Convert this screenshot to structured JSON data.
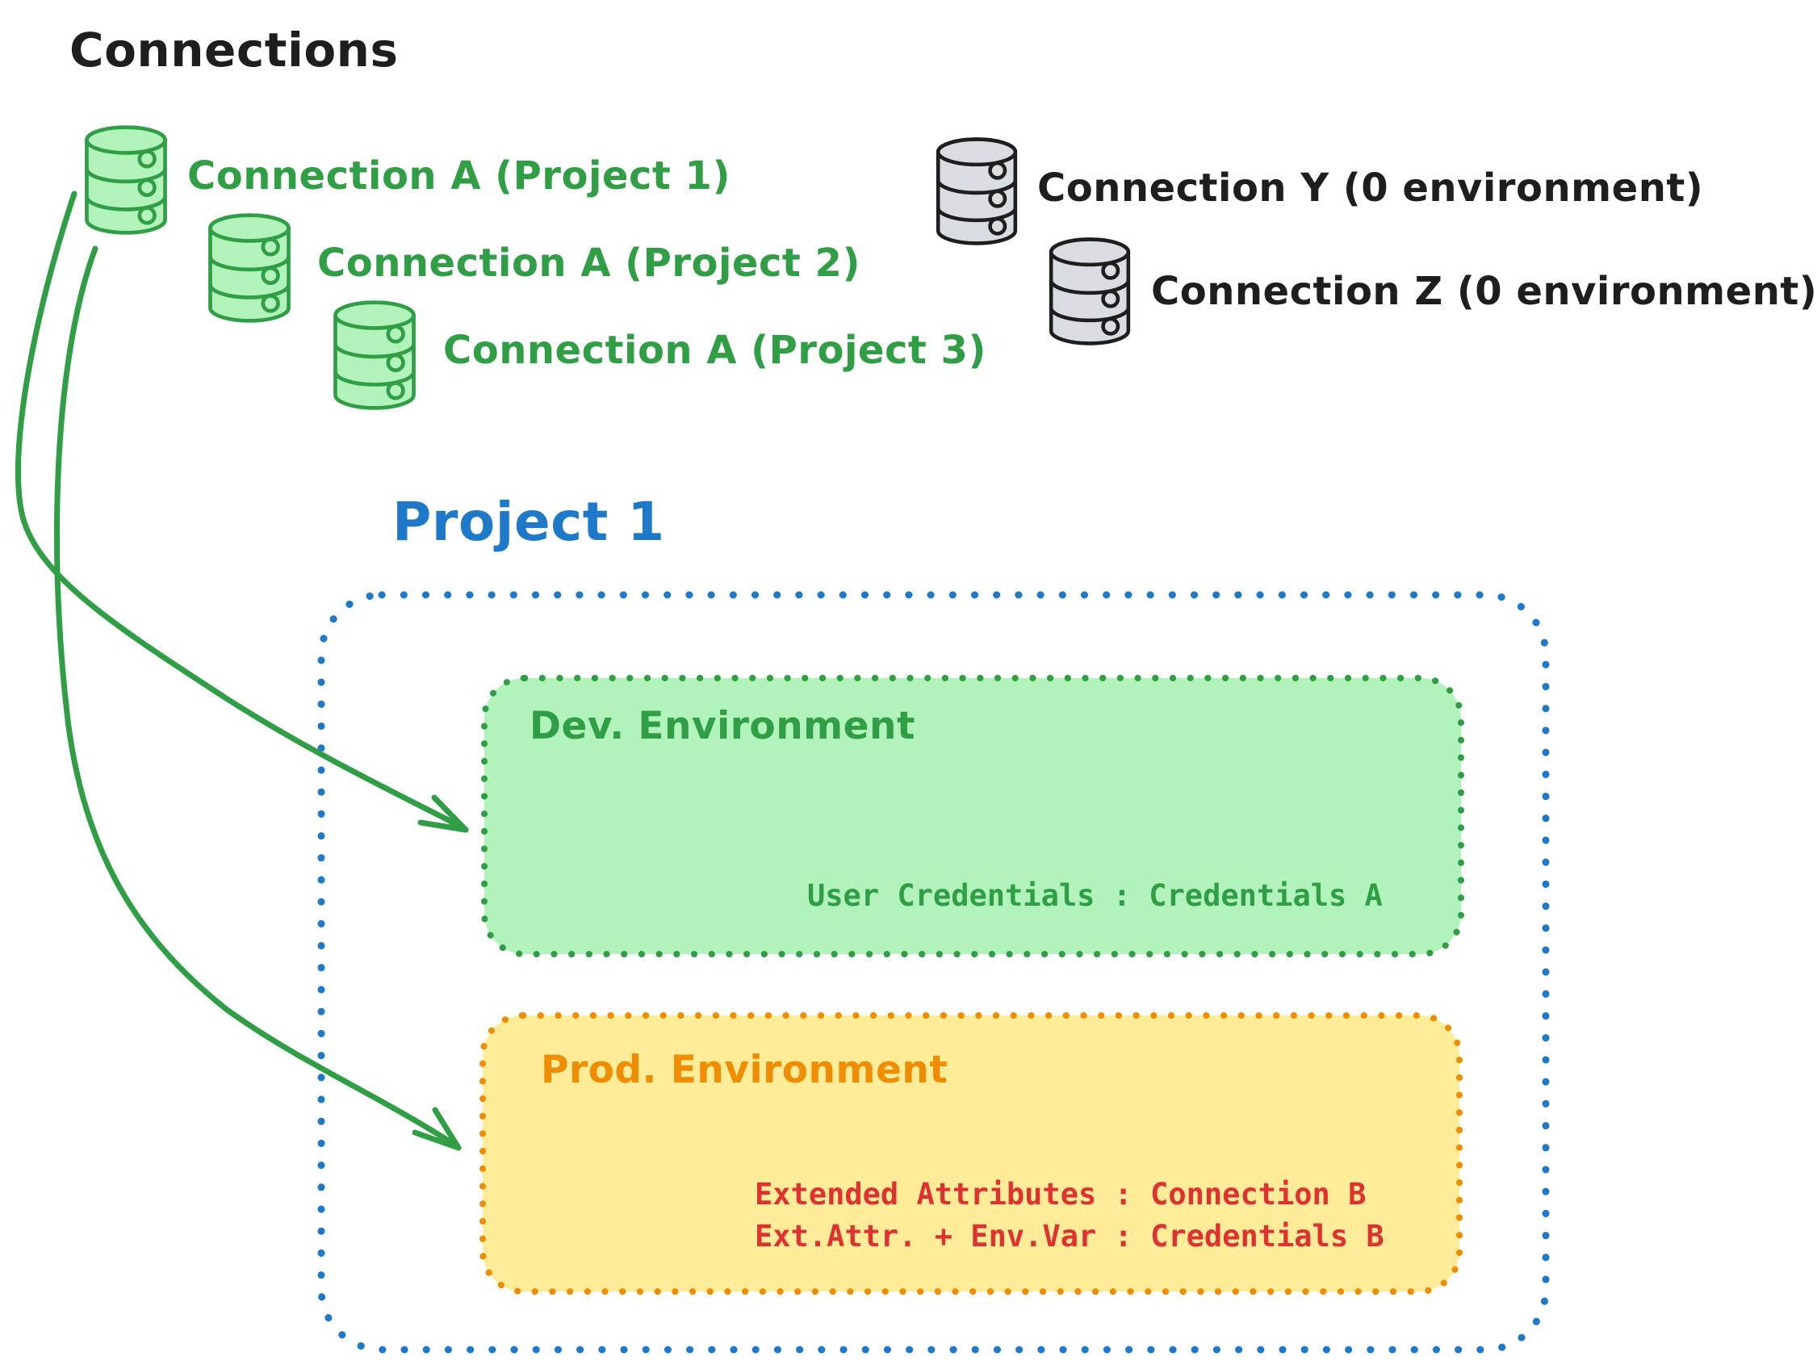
{
  "title": "Connections",
  "connections": {
    "project_a": [
      {
        "label": "Connection A (Project 1)"
      },
      {
        "label": "Connection A (Project 2)"
      },
      {
        "label": "Connection A (Project 3)"
      }
    ],
    "unassigned": [
      {
        "label": "Connection Y (0 environment)"
      },
      {
        "label": "Connection Z (0 environment)"
      }
    ]
  },
  "project": {
    "title": "Project 1",
    "dev": {
      "name": "Dev. Environment",
      "credentials_line": "User Credentials : Credentials A"
    },
    "prod": {
      "name": "Prod. Environment",
      "lines": [
        "Extended Attributes : Connection B",
        "Ext.Attr. + Env.Var : Credentials B"
      ]
    }
  },
  "icons": {
    "database": "database-cylinder-icon",
    "arrow": "curved-arrow"
  },
  "colors": {
    "ink": "#1e1e1e",
    "green_stroke": "#2f9e44",
    "green_fill": "#b2f2bb",
    "gray_fill": "#d9dde2",
    "blue": "#1e7ac9",
    "orange": "#f08c00",
    "yellow_fill": "#ffec99",
    "red": "#e03131"
  }
}
